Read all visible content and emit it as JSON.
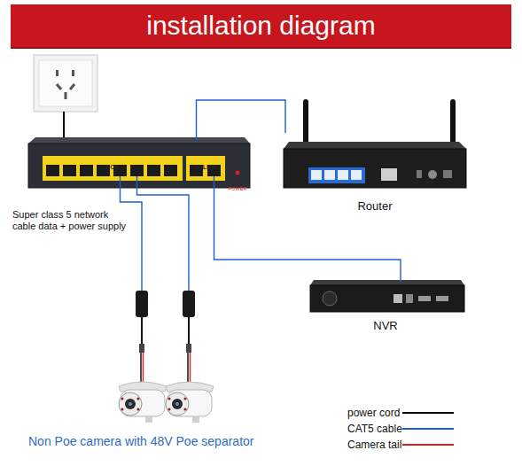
{
  "diagram": {
    "title": "installation diagram",
    "nodes": [
      {
        "text": [
          "POE",
          "UPLINK",
          "POWER"
        ]
      },
      {
        "text": [
          "Router"
        ]
      },
      {
        "text": [
          "NVR"
        ]
      },
      {
        "text": [
          "Non Poe camera with 48V Poe separator"
        ]
      }
    ],
    "edges": [
      {
        "from": 0,
        "to": 1,
        "arrow": "none"
      },
      {
        "from": 0,
        "to": 2,
        "arrow": "none"
      },
      {
        "from": 0,
        "to": 3,
        "arrow": "none"
      },
      {
        "from": 0,
        "to": 3,
        "arrow": "none"
      }
    ],
    "labels": [
      "Super class 5 network cable data + power supply"
    ],
    "legend": [
      {
        "text": "power cord"
      },
      {
        "text": "CAT5 cable"
      },
      {
        "text": "Camera tail"
      }
    ]
  }
}
